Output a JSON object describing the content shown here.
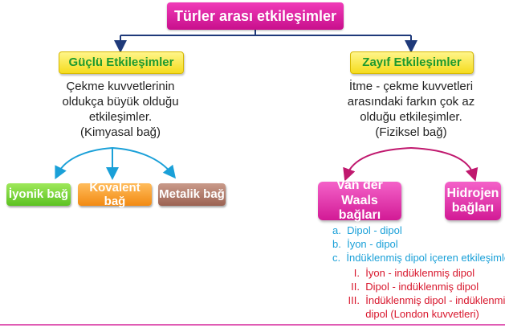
{
  "title": "Türler arası etkileşimler",
  "strong": {
    "label": "Güçlü Etkileşimler",
    "desc": [
      "Çekme kuvvetlerinin",
      "oldukça büyük olduğu",
      "etkileşimler.",
      "(Kimyasal bağ)"
    ],
    "children": [
      "İyonik bağ",
      "Kovalent bağ",
      "Metalik bağ"
    ]
  },
  "weak": {
    "label": "Zayıf Etkileşimler",
    "desc": [
      "İtme - çekme kuvvetleri",
      "arasındaki farkın çok az",
      "olduğu etkileşimler.",
      "(Fiziksel bağ)"
    ],
    "children": {
      "vdw": [
        "Van der Waals",
        "bağları"
      ],
      "hydrogen": [
        "Hidrojen",
        "bağları"
      ]
    }
  },
  "vdw_list": [
    {
      "marker": "a.",
      "text": "Dipol - dipol"
    },
    {
      "marker": "b.",
      "text": "İyon - dipol"
    },
    {
      "marker": "c.",
      "text": "İndüklenmiş dipol içeren etkileşimler"
    }
  ],
  "induced_list": [
    {
      "marker": "I.",
      "text": "İyon - indüklenmiş dipol"
    },
    {
      "marker": "II.",
      "text": "Dipol - indüklenmiş dipol"
    },
    {
      "marker": "III.",
      "text": "İndüklenmiş dipol - indüklenmiş"
    },
    {
      "marker": "",
      "text": "dipol (London kuvvetleri)"
    }
  ],
  "colors": {
    "title": "#e020a8",
    "strong_arrows": "#1aa0d8",
    "weak_arrows": "#c0186e",
    "top_connector": "#1f3a7a"
  }
}
